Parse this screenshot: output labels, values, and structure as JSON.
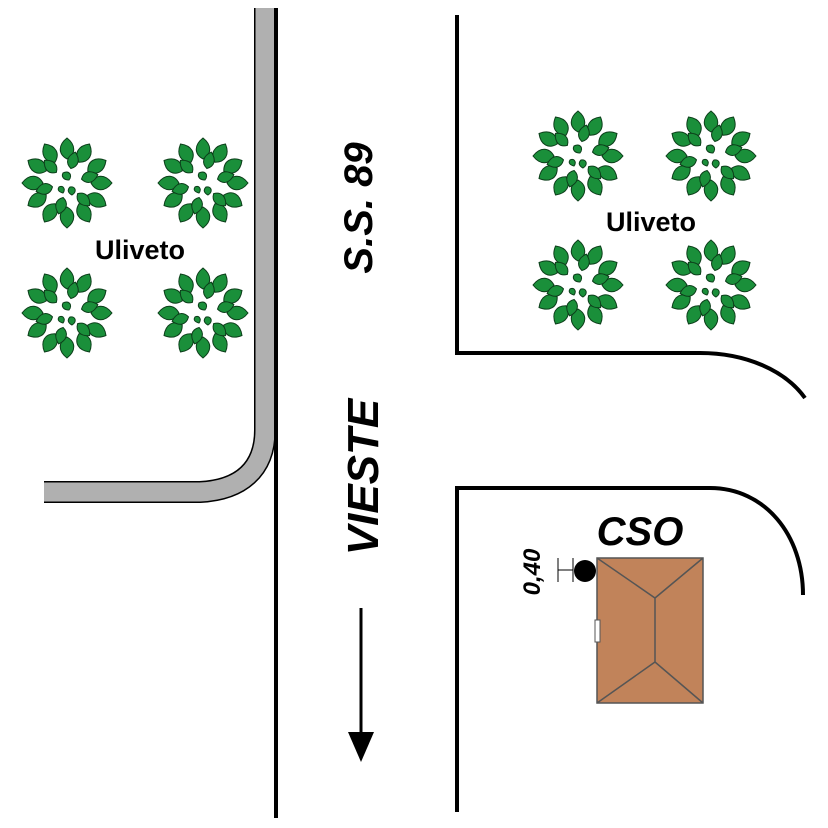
{
  "road": {
    "name": "S.S. 89",
    "direction": "VIESTE"
  },
  "olive_groves": {
    "left_label": "Uliveto",
    "right_label": "Uliveto"
  },
  "cso": {
    "label": "CSO",
    "distance_label": "0,40"
  },
  "colors": {
    "tree_green": "#1a8f3a",
    "tree_outline": "#0c3e1a",
    "building_fill": "#c1835a",
    "fence_gray": "#b0b0b0",
    "line": "#000000"
  }
}
